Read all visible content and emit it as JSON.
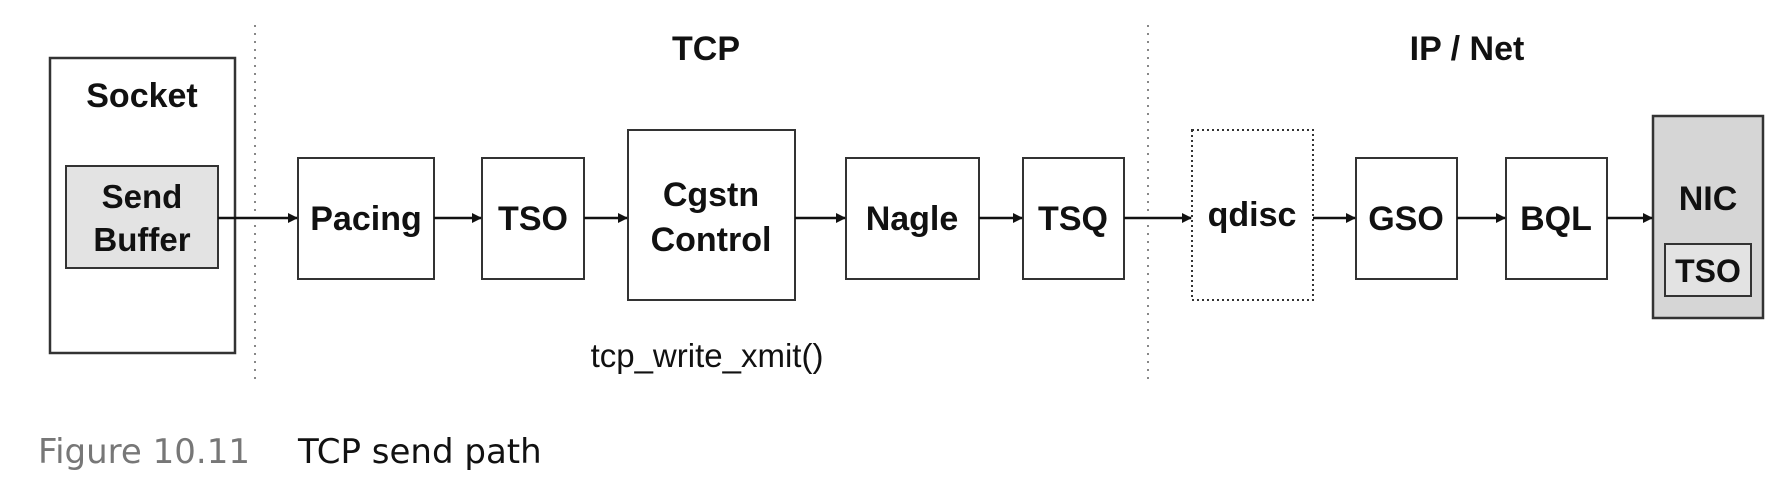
{
  "sections": {
    "tcp": "TCP",
    "ip_net": "IP / Net"
  },
  "socket": {
    "title": "Socket",
    "send_buffer_line1": "Send",
    "send_buffer_line2": "Buffer"
  },
  "stages": {
    "pacing": "Pacing",
    "tso": "TSO",
    "cgstn_line1": "Cgstn",
    "cgstn_line2": "Control",
    "nagle": "Nagle",
    "tsq": "TSQ",
    "qdisc": "qdisc",
    "gso": "GSO",
    "bql": "BQL",
    "nic": "NIC",
    "nic_tso": "TSO"
  },
  "function_label": "tcp_write_xmit()",
  "caption": {
    "number": "Figure 10.11",
    "title": "TCP send path"
  },
  "colors": {
    "box_stroke": "#333333",
    "shaded_fill": "#e3e3e3",
    "nic_fill": "#d6d6d6",
    "divider": "#888888"
  }
}
